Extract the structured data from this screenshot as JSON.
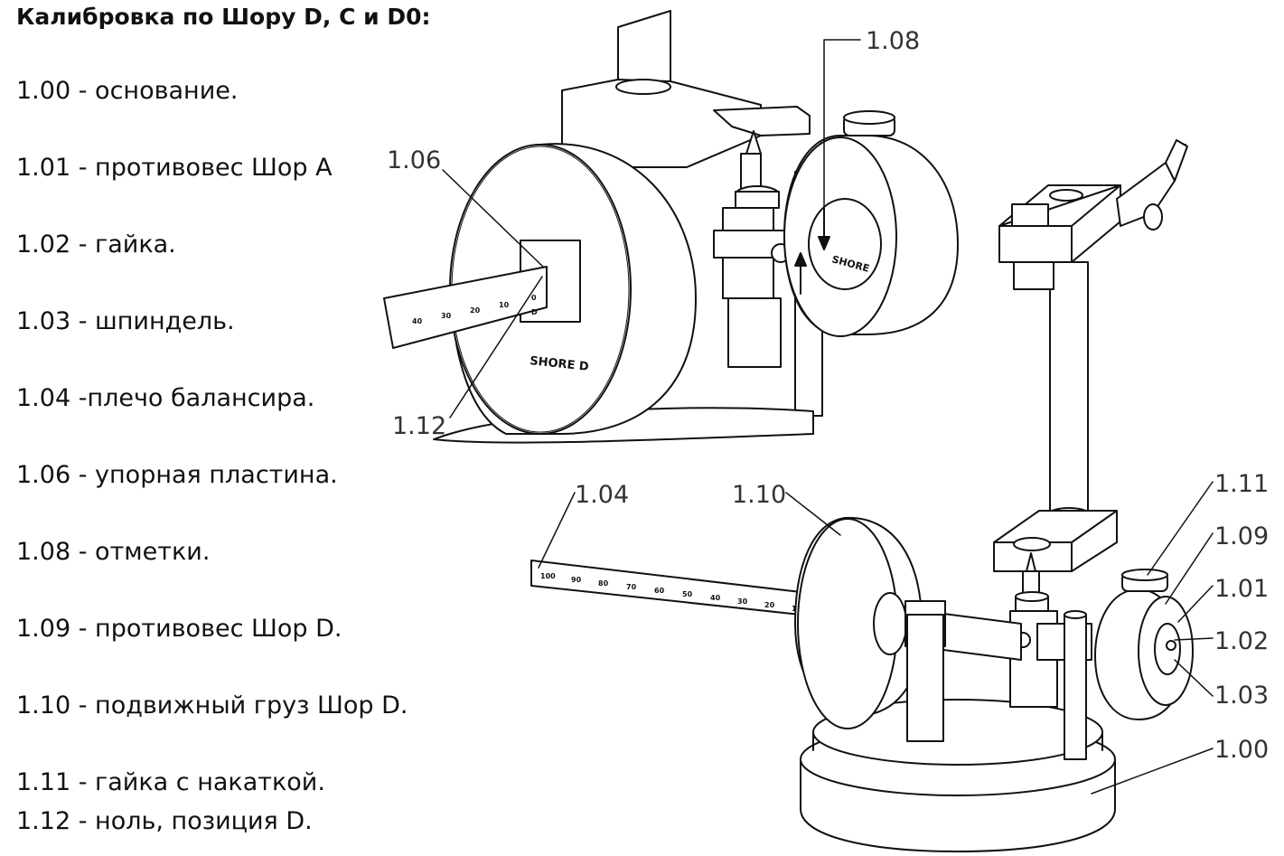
{
  "title": "Калибровка по Шору D, C и D0:",
  "legend": [
    {
      "code": "1.00",
      "sep": " - ",
      "text": "основание."
    },
    {
      "code": "1.01",
      "sep": " - ",
      "text": "противовес Шор А"
    },
    {
      "code": "1.02",
      "sep": " - ",
      "text": "гайка."
    },
    {
      "code": "1.03",
      "sep": " - ",
      "text": "шпиндель."
    },
    {
      "code": "1.04",
      "sep": " -",
      "text": "плечо балансира."
    },
    {
      "code": "1.06",
      "sep": " - ",
      "text": "упорная пластина."
    },
    {
      "code": "1.08",
      "sep": " - ",
      "text": "отметки."
    },
    {
      "code": "1.09",
      "sep": " - ",
      "text": "противовес Шор D."
    },
    {
      "code": "1.10",
      "sep": " - ",
      "text": "подвижный груз Шор D."
    },
    {
      "code": "1.11",
      "sep": " - ",
      "text": "гайка с накаткой."
    },
    {
      "code": "1.12",
      "sep": " - ",
      "text": "ноль, позиция D."
    }
  ],
  "callouts": [
    "1.08",
    "1.06",
    "1.12",
    "1.04",
    "1.10",
    "1.11",
    "1.09",
    "1.01",
    "1.02",
    "1.03",
    "1.00"
  ],
  "upper_scale": {
    "ticks": [
      "40",
      "30",
      "20",
      "10",
      "0"
    ],
    "zero_letter": "D",
    "disc_label": "SHORE D",
    "dial_label": "SHORE"
  },
  "lower_scale": {
    "ticks": [
      "100",
      "90",
      "80",
      "70",
      "60",
      "50",
      "40",
      "30",
      "20",
      "1"
    ]
  }
}
